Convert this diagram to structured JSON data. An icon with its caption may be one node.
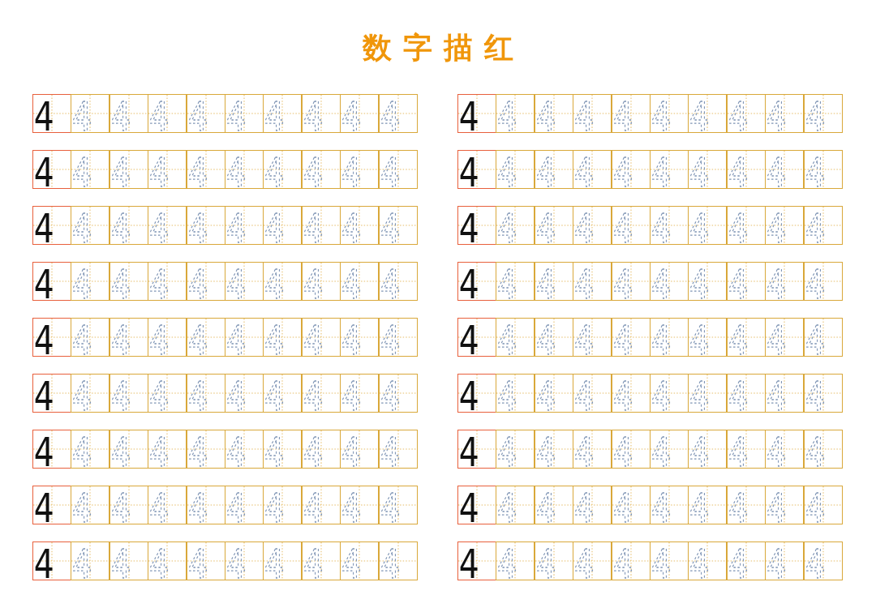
{
  "diagram": {
    "title": "数字描红",
    "labels": [
      "4",
      "4",
      "4",
      "4",
      "4",
      "4",
      "4",
      "4",
      "4",
      "4",
      "4",
      "4",
      "4",
      "4",
      "4",
      "4",
      "4",
      "4",
      "4",
      "4",
      "4",
      "4",
      "4",
      "4",
      "4",
      "4",
      "4",
      "4",
      "4",
      "4",
      "4",
      "4",
      "4",
      "4",
      "4",
      "4",
      "4",
      "4",
      "4",
      "4",
      "4",
      "4",
      "4",
      "4",
      "4",
      "4",
      "4",
      "4",
      "4",
      "4",
      "4",
      "4",
      "4",
      "4",
      "4",
      "4",
      "4",
      "4",
      "4",
      "4",
      "4",
      "4",
      "4",
      "4",
      "4",
      "4",
      "4",
      "4",
      "4",
      "4",
      "4",
      "4",
      "4",
      "4",
      "4",
      "4",
      "4",
      "4",
      "4",
      "4",
      "4",
      "4",
      "4",
      "4",
      "4",
      "4",
      "4",
      "4",
      "4",
      "4",
      "4",
      "4",
      "4",
      "4",
      "4",
      "4",
      "4",
      "4",
      "4",
      "4",
      "4",
      "4",
      "4",
      "4",
      "4",
      "4",
      "4",
      "4",
      "4",
      "4",
      "4",
      "4",
      "4",
      "4",
      "4",
      "4",
      "4",
      "4",
      "4",
      "4",
      "4",
      "4",
      "4",
      "4",
      "4",
      "4",
      "4",
      "4",
      "4",
      "4",
      "4",
      "4",
      "4",
      "4",
      "4",
      "4",
      "4",
      "4",
      "4",
      "4",
      "4",
      "4",
      "4",
      "4",
      "4",
      "4",
      "4",
      "4",
      "4",
      "4",
      "4",
      "4",
      "4",
      "4",
      "4",
      "4",
      "4",
      "4",
      "4",
      "4",
      "4",
      "4",
      "4",
      "4",
      "4",
      "4",
      "4",
      "4",
      "4",
      "4",
      "4",
      "4",
      "4",
      "4",
      "4",
      "4",
      "4",
      "4",
      "4",
      "4"
    ]
  }
}
